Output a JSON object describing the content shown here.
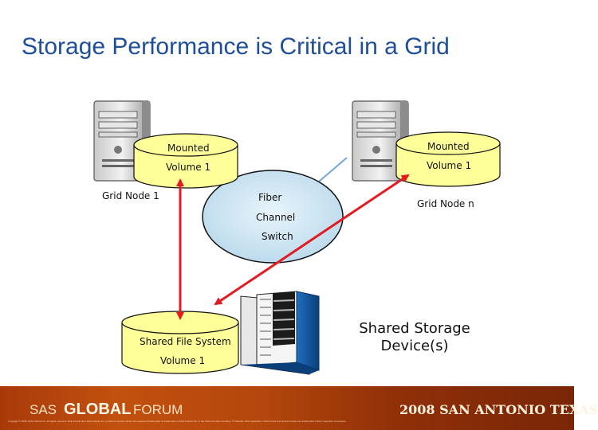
{
  "title": "Storage Performance is Critical in a Grid",
  "nodes": {
    "left": {
      "label": "Grid Node 1",
      "volume_line1": "Mounted",
      "volume_line2": "Volume 1",
      "icon": "server-tower-icon"
    },
    "right": {
      "label": "Grid Node n",
      "volume_line1": "Mounted",
      "volume_line2": "Volume 1",
      "icon": "server-tower-icon"
    }
  },
  "switch": {
    "line1": "Fiber",
    "line2": "Channel",
    "line3": "Switch"
  },
  "storage": {
    "volume_line1": "Shared File System",
    "volume_line2": "Volume 1",
    "device_label": "Shared Storage Device(s)",
    "icon": "storage-array-icon"
  },
  "footer": {
    "logo_sas": "SAS",
    "logo_global": "GLOBAL",
    "logo_forum": "FORUM",
    "event": "2008 SAN ANTONIO TEXAS",
    "copyright": "Copyright © 2008, SAS Institute Inc. All rights reserved. SAS and all other SAS Institute Inc. product or service names are registered trademarks or trademarks of SAS Institute Inc. in the USA and other countries. ® indicates USA registration. Other brand and product names are trademarks of their respective companies."
  },
  "colors": {
    "title": "#1f4e9a",
    "volume_fill": "#ffff99",
    "switch_fill": "#cfe6f3",
    "arrow": "#e31b23",
    "connector": "#6fa8dc"
  }
}
